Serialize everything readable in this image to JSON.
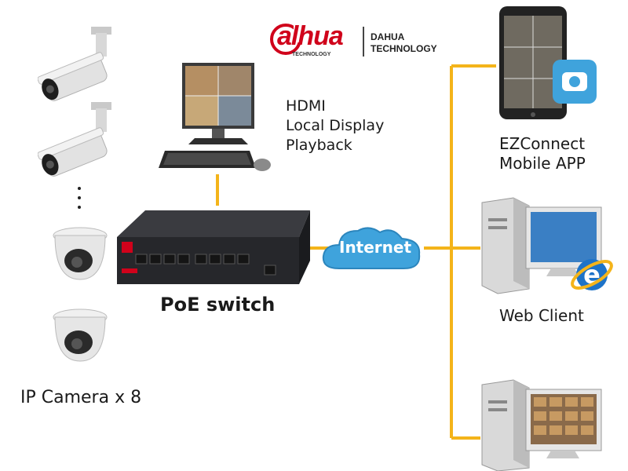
{
  "logo": {
    "wordmark": "alhua",
    "tagline": "TECHNOLOGY",
    "company_line1": "DAHUA",
    "company_line2": "TECHNOLOGY",
    "color": "#d0021b"
  },
  "labels": {
    "hdmi_line1": "HDMI",
    "hdmi_line2": "Local Display",
    "hdmi_line3": "Playback",
    "ezconnect_line1": "EZConnect",
    "ezconnect_line2": "Mobile APP",
    "web_client": "Web Client",
    "poe_switch": "PoE switch",
    "ip_camera": "IP Camera x 8",
    "internet": "Internet"
  },
  "colors": {
    "connector": "#f4b41a",
    "cloud": "#3fa3dc",
    "switch_body": "#2b2c30",
    "text": "#1a1a1a"
  },
  "icons": [
    "bullet-camera-icon",
    "dome-camera-icon",
    "monitor-icon",
    "keyboard-icon",
    "mouse-icon",
    "tablet-icon",
    "app-icon",
    "pc-tower-icon",
    "ie-browser-icon",
    "cloud-icon",
    "poe-switch-icon"
  ]
}
